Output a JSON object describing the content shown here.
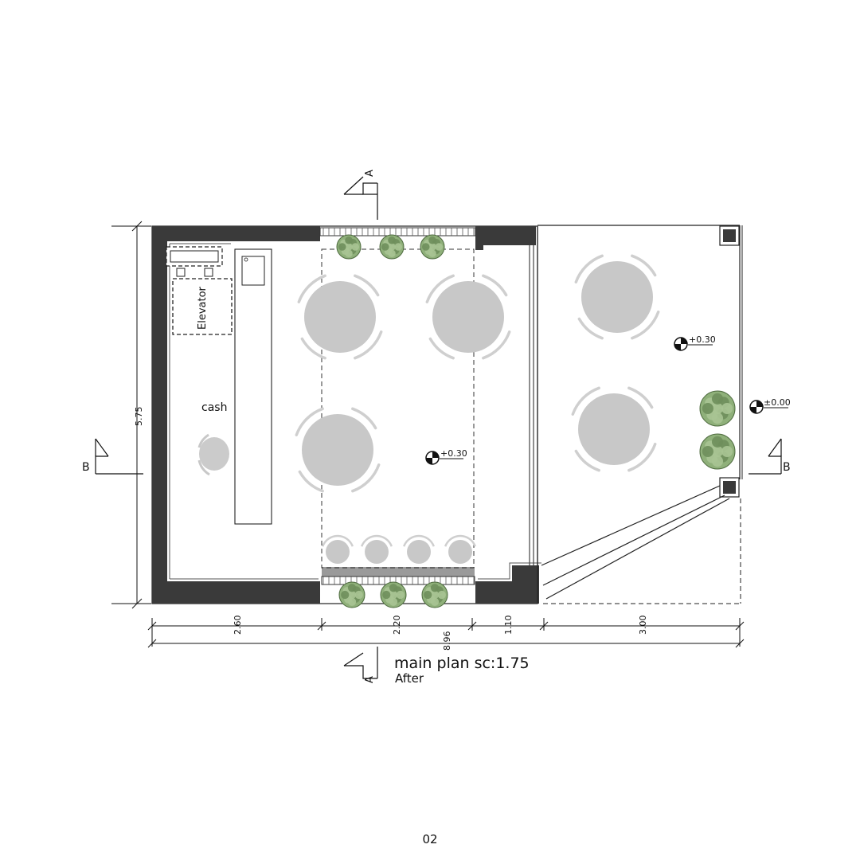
{
  "plan": {
    "title": "main plan  sc:1.75",
    "subtitle": "After",
    "page_number": "02",
    "rooms": {
      "elevator": "Elevator",
      "cash": "cash"
    },
    "levels": {
      "interior": "+0.30",
      "terrace": "+0.30",
      "street": "±0.00"
    },
    "dimensions": {
      "height": "5.75",
      "seg1": "2.60",
      "seg2": "2.20",
      "seg3": "1.10",
      "seg4": "3.00",
      "total": "8.96"
    },
    "section_marks": {
      "a_top": "A",
      "a_bottom": "A",
      "b_left": "B",
      "b_right": "B"
    }
  },
  "colors": {
    "wall": "#3a3a3a",
    "table": "#c8c8c8",
    "chair": "#cfcfcf",
    "plant": "#7fa06a",
    "line": "#222222"
  }
}
